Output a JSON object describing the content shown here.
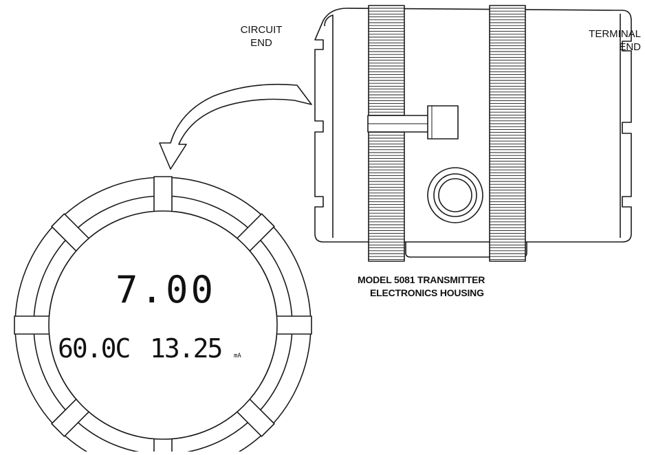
{
  "labels": {
    "circuit_end": [
      "CIRCUIT",
      "END"
    ],
    "terminal_end": [
      "TERMINAL",
      "END"
    ],
    "caption": [
      "MODEL 5081 TRANSMITTER",
      "ELECTRONICS HOUSING"
    ]
  },
  "display": {
    "main_value": "7.00",
    "main_unit": "%",
    "temperature": "60.0C",
    "current": "13.25",
    "current_unit": "mA"
  },
  "colors": {
    "line": "#1a1a1a",
    "background": "#ffffff"
  }
}
